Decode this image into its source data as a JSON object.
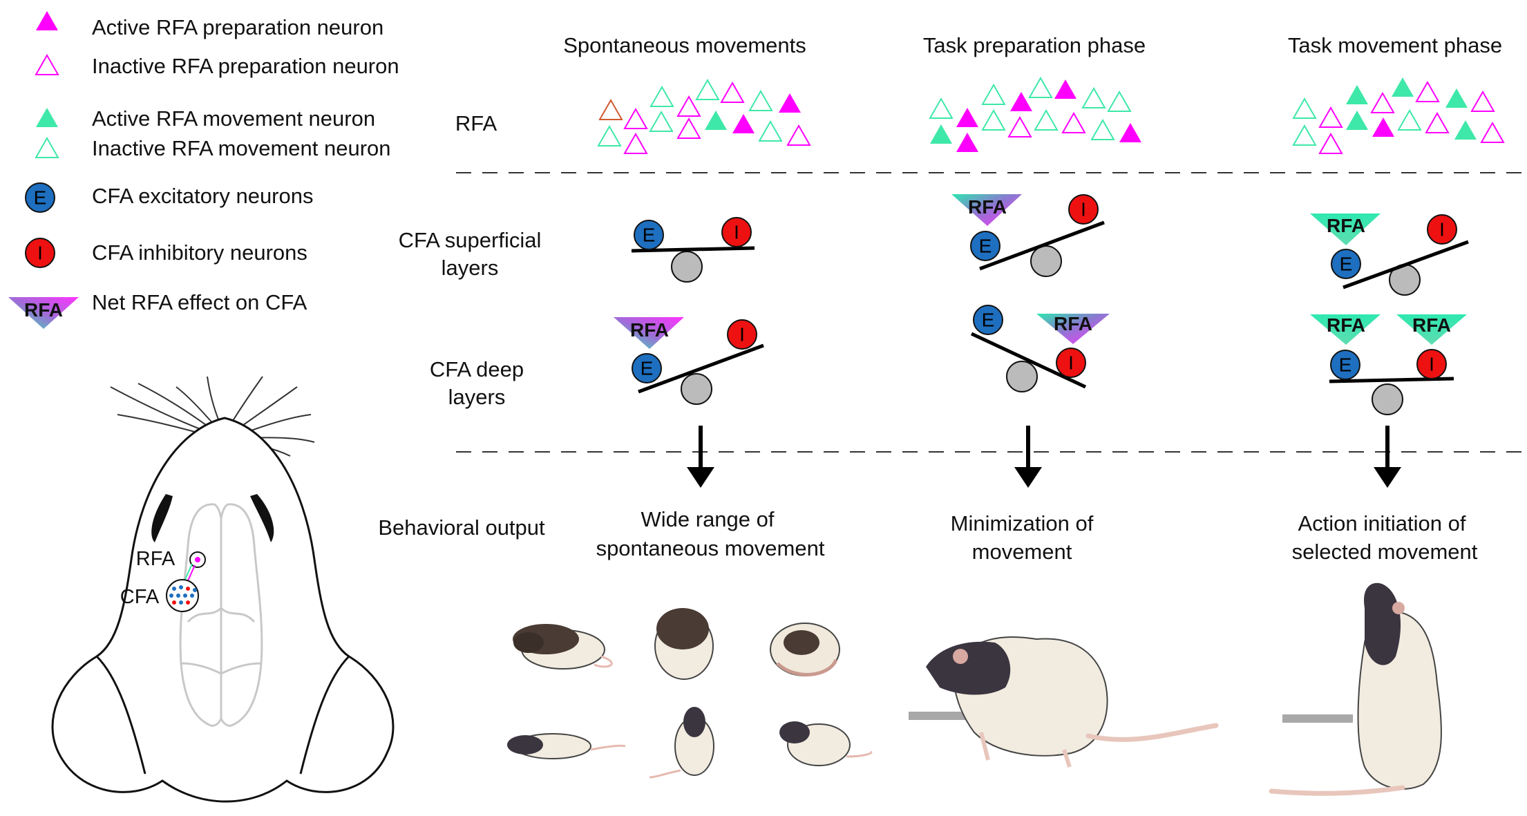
{
  "legend": {
    "active_prep": "Active RFA preparation neuron",
    "inactive_prep": "Inactive RFA preparation neuron",
    "active_move": "Active RFA movement neuron",
    "inactive_move": "Inactive RFA movement neuron",
    "excitatory": "CFA excitatory neurons",
    "inhibitory": "CFA inhibitory neurons",
    "net_effect": "Net RFA effect on CFA"
  },
  "glyphs": {
    "excitatory_letter": "E",
    "inhibitory_letter": "I",
    "arrow_label": "RFA"
  },
  "columns": {
    "col1": "Spontaneous movements",
    "col2": "Task preparation phase",
    "col3": "Task movement phase"
  },
  "rows": {
    "rfa": "RFA",
    "superficial_1": "CFA superficial",
    "superficial_2": "layers",
    "deep_1": "CFA deep",
    "deep_2": "layers",
    "behavior": "Behavioral output"
  },
  "outputs": {
    "col1_1": "Wide range of",
    "col1_2": "spontaneous movement",
    "col2_1": "Minimization of",
    "col2_2": "movement",
    "col3_1": "Action initiation of",
    "col3_2": "selected movement"
  },
  "brain": {
    "rfa": "RFA",
    "cfa": "CFA"
  },
  "colors": {
    "magenta": "#ff00ff",
    "green": "#3ee8a8",
    "excitatory": "#1e6fbf",
    "inhibitory": "#ee1111",
    "fulcrum": "#bbbbbb"
  }
}
